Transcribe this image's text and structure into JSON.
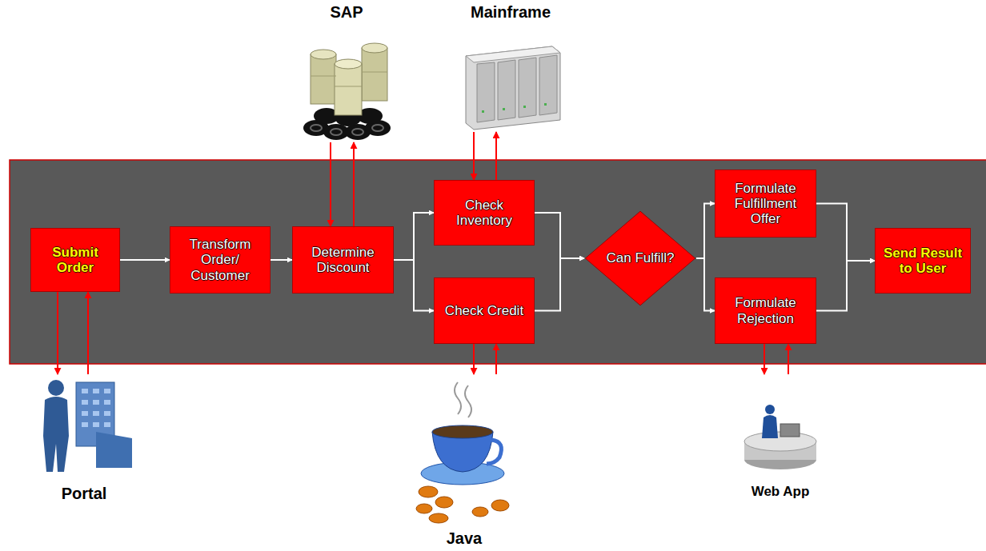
{
  "diagram": {
    "nodes": [
      {
        "text": [
          "SAP"
        ]
      },
      {
        "text": [
          "Mainframe"
        ]
      },
      {
        "text": [
          "Submit Order"
        ]
      },
      {
        "text": [
          "Transform Order/ Customer"
        ]
      },
      {
        "text": [
          "Determine Discount"
        ]
      },
      {
        "text": [
          "Check Inventory"
        ]
      },
      {
        "text": [
          "Check Credit"
        ]
      },
      {
        "text": [
          "Can Fulfill?"
        ]
      },
      {
        "text": [
          "Formulate Fulfillment Offer"
        ]
      },
      {
        "text": [
          "Formulate Rejection"
        ]
      },
      {
        "text": [
          "Send Result to User"
        ]
      },
      {
        "text": [
          "Portal"
        ]
      },
      {
        "text": [
          "Java"
        ]
      },
      {
        "text": [
          "Web App"
        ]
      }
    ],
    "edges": [
      {
        "from": 2,
        "to": 3,
        "arrow": "to"
      },
      {
        "from": 3,
        "to": 4,
        "arrow": "to"
      },
      {
        "from": 4,
        "to": 5,
        "arrow": "to"
      },
      {
        "from": 4,
        "to": 6,
        "arrow": "to"
      },
      {
        "from": 5,
        "to": 7,
        "arrow": "to"
      },
      {
        "from": 6,
        "to": 7,
        "arrow": "to"
      },
      {
        "from": 7,
        "to": 8,
        "arrow": "to"
      },
      {
        "from": 7,
        "to": 9,
        "arrow": "to"
      },
      {
        "from": 8,
        "to": 10,
        "arrow": "to"
      },
      {
        "from": 9,
        "to": 10,
        "arrow": "to"
      },
      {
        "from": 2,
        "to": 11,
        "arrow": "to"
      },
      {
        "from": 11,
        "to": 2,
        "arrow": "to"
      },
      {
        "from": 0,
        "to": 4,
        "arrow": "to"
      },
      {
        "from": 4,
        "to": 0,
        "arrow": "to"
      },
      {
        "from": 1,
        "to": 5,
        "arrow": "to"
      },
      {
        "from": 5,
        "to": 1,
        "arrow": "to"
      },
      {
        "from": 6,
        "to": 12,
        "arrow": "to"
      },
      {
        "from": 12,
        "to": 6,
        "arrow": "to"
      },
      {
        "from": 9,
        "to": 13,
        "arrow": "to"
      },
      {
        "from": 13,
        "to": 9,
        "arrow": "to"
      }
    ]
  }
}
